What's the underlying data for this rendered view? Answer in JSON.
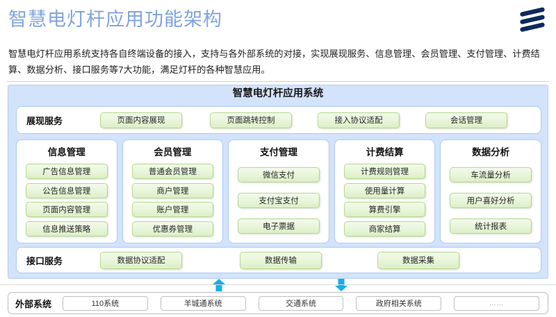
{
  "header": {
    "title": "智慧电灯杆应用功能架构",
    "logo_name": "ericsson-logo",
    "intro": "智慧电灯杆应用系统支持各自终端设备的接入，支持与各外部系统的对接，实现展现服务、信息管理、会员管理、支付管理、计费结算、数据分析、接口服务等7大功能，满足灯杆的各种智慧应用。"
  },
  "system": {
    "title": "智慧电灯杆应用系统",
    "presentation": {
      "label": "展现服务",
      "items": [
        {
          "label": "页面内容展现"
        },
        {
          "label": "页面跳转控制"
        },
        {
          "label": "接入协议适配"
        },
        {
          "label": "会话管理"
        }
      ]
    },
    "columns": [
      {
        "title": "信息管理",
        "items": [
          {
            "label": "广告信息管理"
          },
          {
            "label": "公告信息管理"
          },
          {
            "label": "页面内容管理"
          },
          {
            "label": "信息推送策略"
          }
        ]
      },
      {
        "title": "会员管理",
        "items": [
          {
            "label": "普通会员管理"
          },
          {
            "label": "商户管理"
          },
          {
            "label": "账户管理"
          },
          {
            "label": "优惠券管理"
          }
        ]
      },
      {
        "title": "支付管理",
        "items": [
          {
            "label": "微信支付"
          },
          {
            "label": "支付宝支付"
          },
          {
            "label": "电子票据"
          }
        ]
      },
      {
        "title": "计费结算",
        "items": [
          {
            "label": "计费规则管理"
          },
          {
            "label": "使用量计算"
          },
          {
            "label": "算费引擎"
          },
          {
            "label": "商家结算"
          }
        ]
      },
      {
        "title": "数据分析",
        "items": [
          {
            "label": "车流量分析"
          },
          {
            "label": "用户喜好分析"
          },
          {
            "label": "统计报表"
          }
        ]
      }
    ],
    "interface": {
      "label": "接口服务",
      "items": [
        {
          "label": "数据协议适配"
        },
        {
          "label": "数据传输"
        },
        {
          "label": "数据采集"
        }
      ]
    }
  },
  "connectors": [
    {
      "name": "arrow-up",
      "direction": "up"
    },
    {
      "name": "arrow-down",
      "direction": "down"
    }
  ],
  "external": {
    "label": "外部系统",
    "items": [
      {
        "label": "110系统"
      },
      {
        "label": "羊城通系统"
      },
      {
        "label": "交通系统"
      },
      {
        "label": "政府相关系统"
      },
      {
        "label": "……"
      }
    ]
  },
  "colors": {
    "title_blue": "#7fa3dd",
    "panel_blue": "#d3e3fb",
    "panel_border": "#b7cff2",
    "button_green_border": "#b5d98e",
    "button_green_fill": "#eaf6dd",
    "arrow_cyan": "#16aeeb",
    "logo_navy": "#0c2a5e"
  }
}
